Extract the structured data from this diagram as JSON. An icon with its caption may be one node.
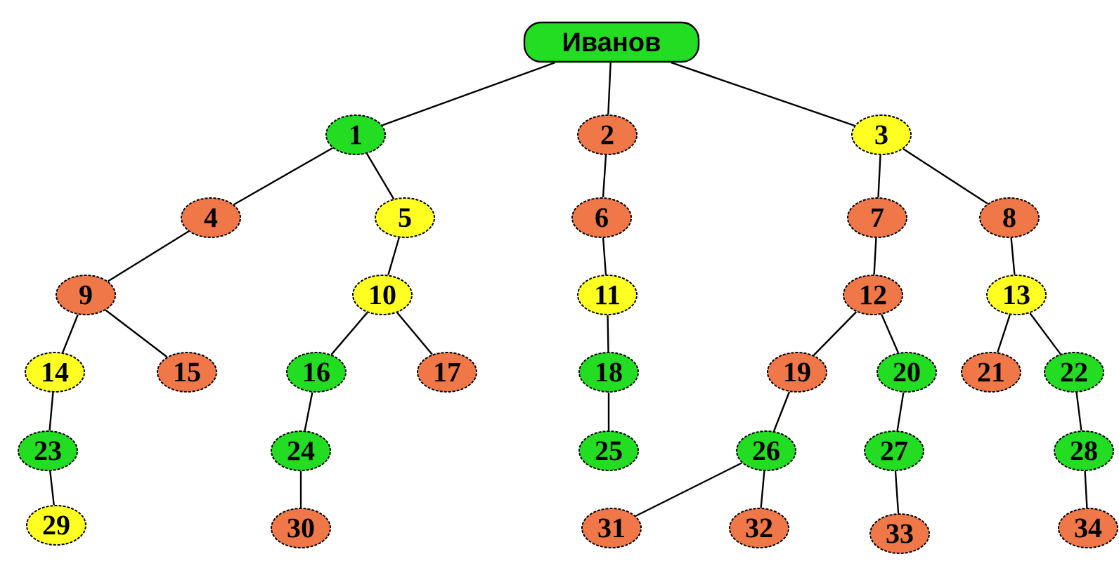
{
  "diagram": {
    "nodes": [
      {
        "text": [
          "Иванов"
        ]
      },
      {
        "text": [
          "1"
        ]
      },
      {
        "text": [
          "2"
        ]
      },
      {
        "text": [
          "3"
        ]
      },
      {
        "text": [
          "4"
        ]
      },
      {
        "text": [
          "5"
        ]
      },
      {
        "text": [
          "6"
        ]
      },
      {
        "text": [
          "7"
        ]
      },
      {
        "text": [
          "8"
        ]
      },
      {
        "text": [
          "9"
        ]
      },
      {
        "text": [
          "10"
        ]
      },
      {
        "text": [
          "11"
        ]
      },
      {
        "text": [
          "12"
        ]
      },
      {
        "text": [
          "13"
        ]
      },
      {
        "text": [
          "14"
        ]
      },
      {
        "text": [
          "15"
        ]
      },
      {
        "text": [
          "16"
        ]
      },
      {
        "text": [
          "17"
        ]
      },
      {
        "text": [
          "18"
        ]
      },
      {
        "text": [
          "19"
        ]
      },
      {
        "text": [
          "20"
        ]
      },
      {
        "text": [
          "21"
        ]
      },
      {
        "text": [
          "22"
        ]
      },
      {
        "text": [
          "23"
        ]
      },
      {
        "text": [
          "24"
        ]
      },
      {
        "text": [
          "25"
        ]
      },
      {
        "text": [
          "26"
        ]
      },
      {
        "text": [
          "27"
        ]
      },
      {
        "text": [
          "28"
        ]
      },
      {
        "text": [
          "29"
        ]
      },
      {
        "text": [
          "30"
        ]
      },
      {
        "text": [
          "31"
        ]
      },
      {
        "text": [
          "32"
        ]
      },
      {
        "text": [
          "33"
        ]
      },
      {
        "text": [
          "34"
        ]
      }
    ],
    "edges": [
      {
        "from": 0,
        "to": 1,
        "arrow": "none"
      },
      {
        "from": 0,
        "to": 2,
        "arrow": "none"
      },
      {
        "from": 0,
        "to": 3,
        "arrow": "none"
      },
      {
        "from": 1,
        "to": 4,
        "arrow": "none"
      },
      {
        "from": 1,
        "to": 5,
        "arrow": "none"
      },
      {
        "from": 2,
        "to": 6,
        "arrow": "none"
      },
      {
        "from": 3,
        "to": 7,
        "arrow": "none"
      },
      {
        "from": 3,
        "to": 8,
        "arrow": "none"
      },
      {
        "from": 4,
        "to": 9,
        "arrow": "none"
      },
      {
        "from": 5,
        "to": 10,
        "arrow": "none"
      },
      {
        "from": 6,
        "to": 11,
        "arrow": "none"
      },
      {
        "from": 7,
        "to": 12,
        "arrow": "none"
      },
      {
        "from": 8,
        "to": 13,
        "arrow": "none"
      },
      {
        "from": 9,
        "to": 14,
        "arrow": "none"
      },
      {
        "from": 9,
        "to": 15,
        "arrow": "none"
      },
      {
        "from": 10,
        "to": 16,
        "arrow": "none"
      },
      {
        "from": 10,
        "to": 17,
        "arrow": "none"
      },
      {
        "from": 11,
        "to": 18,
        "arrow": "none"
      },
      {
        "from": 12,
        "to": 19,
        "arrow": "none"
      },
      {
        "from": 12,
        "to": 20,
        "arrow": "none"
      },
      {
        "from": 13,
        "to": 21,
        "arrow": "none"
      },
      {
        "from": 13,
        "to": 22,
        "arrow": "none"
      },
      {
        "from": 14,
        "to": 23,
        "arrow": "none"
      },
      {
        "from": 16,
        "to": 24,
        "arrow": "none"
      },
      {
        "from": 18,
        "to": 25,
        "arrow": "none"
      },
      {
        "from": 19,
        "to": 26,
        "arrow": "none"
      },
      {
        "from": 20,
        "to": 27,
        "arrow": "none"
      },
      {
        "from": 22,
        "to": 28,
        "arrow": "none"
      },
      {
        "from": 23,
        "to": 29,
        "arrow": "none"
      },
      {
        "from": 24,
        "to": 30,
        "arrow": "none"
      },
      {
        "from": 26,
        "to": 31,
        "arrow": "none"
      },
      {
        "from": 26,
        "to": 32,
        "arrow": "none"
      },
      {
        "from": 27,
        "to": 33,
        "arrow": "none"
      },
      {
        "from": 28,
        "to": 34,
        "arrow": "none"
      }
    ]
  }
}
